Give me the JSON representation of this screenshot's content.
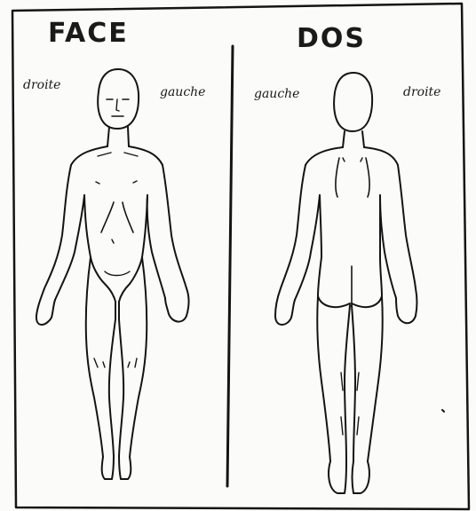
{
  "front_view": {
    "heading": "FACE",
    "left_label": "droite",
    "right_label": "gauche"
  },
  "back_view": {
    "heading": "DOS",
    "left_label": "gauche",
    "right_label": "droite"
  }
}
